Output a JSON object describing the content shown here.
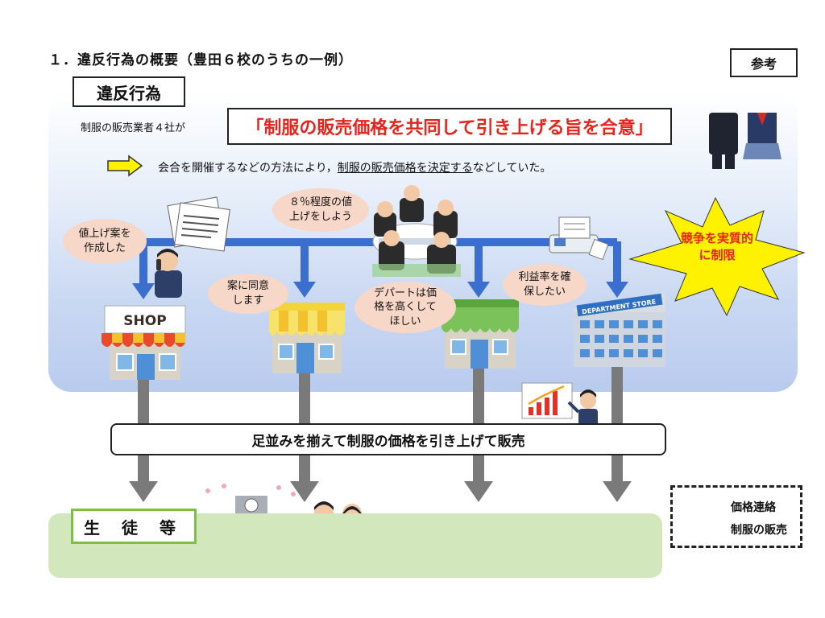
{
  "heading": "１．違反行為の概要（豊田６校のうちの一例）",
  "reference_label": "参考",
  "violation": {
    "label": "違反行為",
    "lead": "制服の販売業者４社が",
    "agreement": "「制服の販売価格を共同して引き上げる旨を合意」",
    "method_pre": "会合を開催するなどの方法により，",
    "method_underlined": "制服の販売価格を決定する",
    "method_post": "などしていた。"
  },
  "bubbles": {
    "proposal": "値上げ案を\n作成した",
    "raise": "８％程度の値\n上げをしよう",
    "agree": "案に同意\nします",
    "department": "デパートは価\n格を高くして\nほしい",
    "margin": "利益率を確\n保したい"
  },
  "shop_sign": "SHOP",
  "department_sign": "DEPARTMENT STORE",
  "burst": "競争を実質的\nに制限",
  "conclusion": "足並みを揃えて制服の価格を引き上げて販売",
  "students_label": "生 徒 等",
  "legend": {
    "price_contact": "価格連絡",
    "uniform_sale": "制服の販売"
  },
  "colors": {
    "price_contact_arrow": "#3a6fd0",
    "sale_arrow": "#7a7a7a",
    "agreement_text": "#e8231c",
    "burst_fill": "#fff200"
  }
}
